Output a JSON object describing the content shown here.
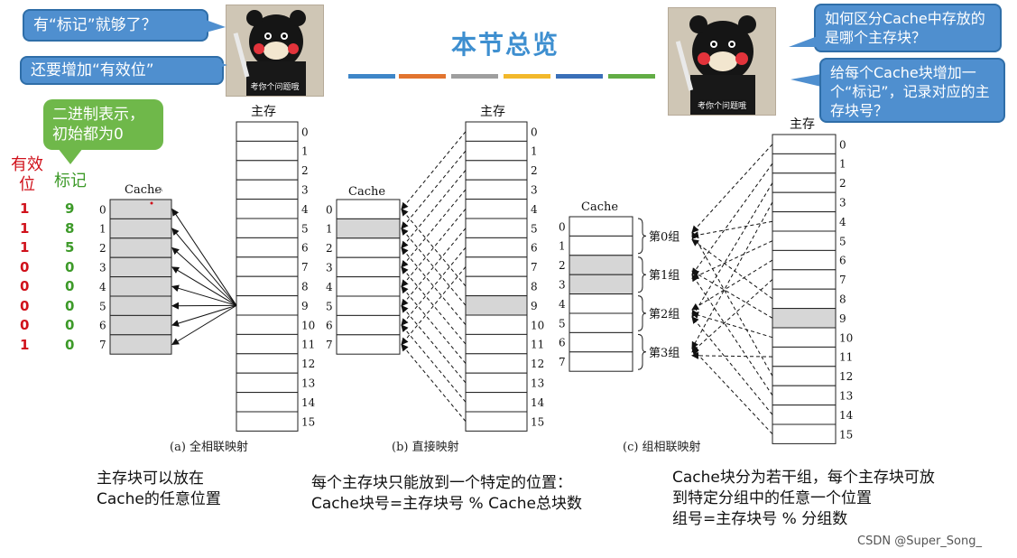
{
  "title": "本节总览",
  "bubbles": {
    "left_1": "有“标记”就够了？",
    "left_2": "还要增加“有效位”",
    "right_1": "如何区分Cache中存放的是哪个主存块？",
    "right_2": "给每个Cache块增加一个“标记”，记录对应的主存块号？",
    "green": "二进制表示，初始都为0"
  },
  "mascot_caption": "考你个问题哦",
  "legend_colors": [
    "#3e86c8",
    "#e2742f",
    "#9e9e9e",
    "#f2b82b",
    "#3a6fb8",
    "#62ad45"
  ],
  "table": {
    "valid_header": "有效位",
    "tag_header": "标记",
    "valid_bits": [
      "1",
      "1",
      "1",
      "0",
      "0",
      "0",
      "0",
      "1"
    ],
    "tags": [
      "9",
      "8",
      "5",
      "0",
      "0",
      "0",
      "0",
      "0"
    ]
  },
  "diagram_a": {
    "cache_label": "Cache",
    "mem_label": "主存",
    "cache_rows": [
      "0",
      "1",
      "2",
      "3",
      "4",
      "5",
      "6",
      "7"
    ],
    "mem_rows": [
      "0",
      "1",
      "2",
      "3",
      "4",
      "5",
      "6",
      "7",
      "8",
      "9",
      "10",
      "11",
      "12",
      "13",
      "14",
      "15"
    ],
    "caption": "(a) 全相联映射"
  },
  "diagram_b": {
    "cache_label": "Cache",
    "mem_label": "主存",
    "cache_rows": [
      "0",
      "1",
      "2",
      "3",
      "4",
      "5",
      "6",
      "7"
    ],
    "mem_rows": [
      "0",
      "1",
      "2",
      "3",
      "4",
      "5",
      "6",
      "7",
      "8",
      "9",
      "10",
      "11",
      "12",
      "13",
      "14",
      "15"
    ],
    "caption": "(b) 直接映射"
  },
  "diagram_c": {
    "cache_label": "Cache",
    "mem_label": "主存",
    "cache_rows": [
      "0",
      "1",
      "2",
      "3",
      "4",
      "5",
      "6",
      "7"
    ],
    "groups": [
      "第0组",
      "第1组",
      "第2组",
      "第3组"
    ],
    "mem_rows": [
      "0",
      "1",
      "2",
      "3",
      "4",
      "5",
      "6",
      "7",
      "8",
      "9",
      "10",
      "11",
      "12",
      "13",
      "14",
      "15"
    ],
    "caption": "(c) 组相联映射"
  },
  "notes": {
    "a_line1": "主存块可以放在",
    "a_line2": "Cache的任意位置",
    "b_line1": "每个主存块只能放到一个特定的位置：",
    "b_line2": "Cache块号=主存块号 % Cache总块数",
    "c_line1": "Cache块分为若干组，每个主存块可放",
    "c_line2": "到特定分组中的任意一个位置",
    "c_line3": "组号=主存块号 % 分组数"
  },
  "watermark": "CSDN @Super_Song_"
}
